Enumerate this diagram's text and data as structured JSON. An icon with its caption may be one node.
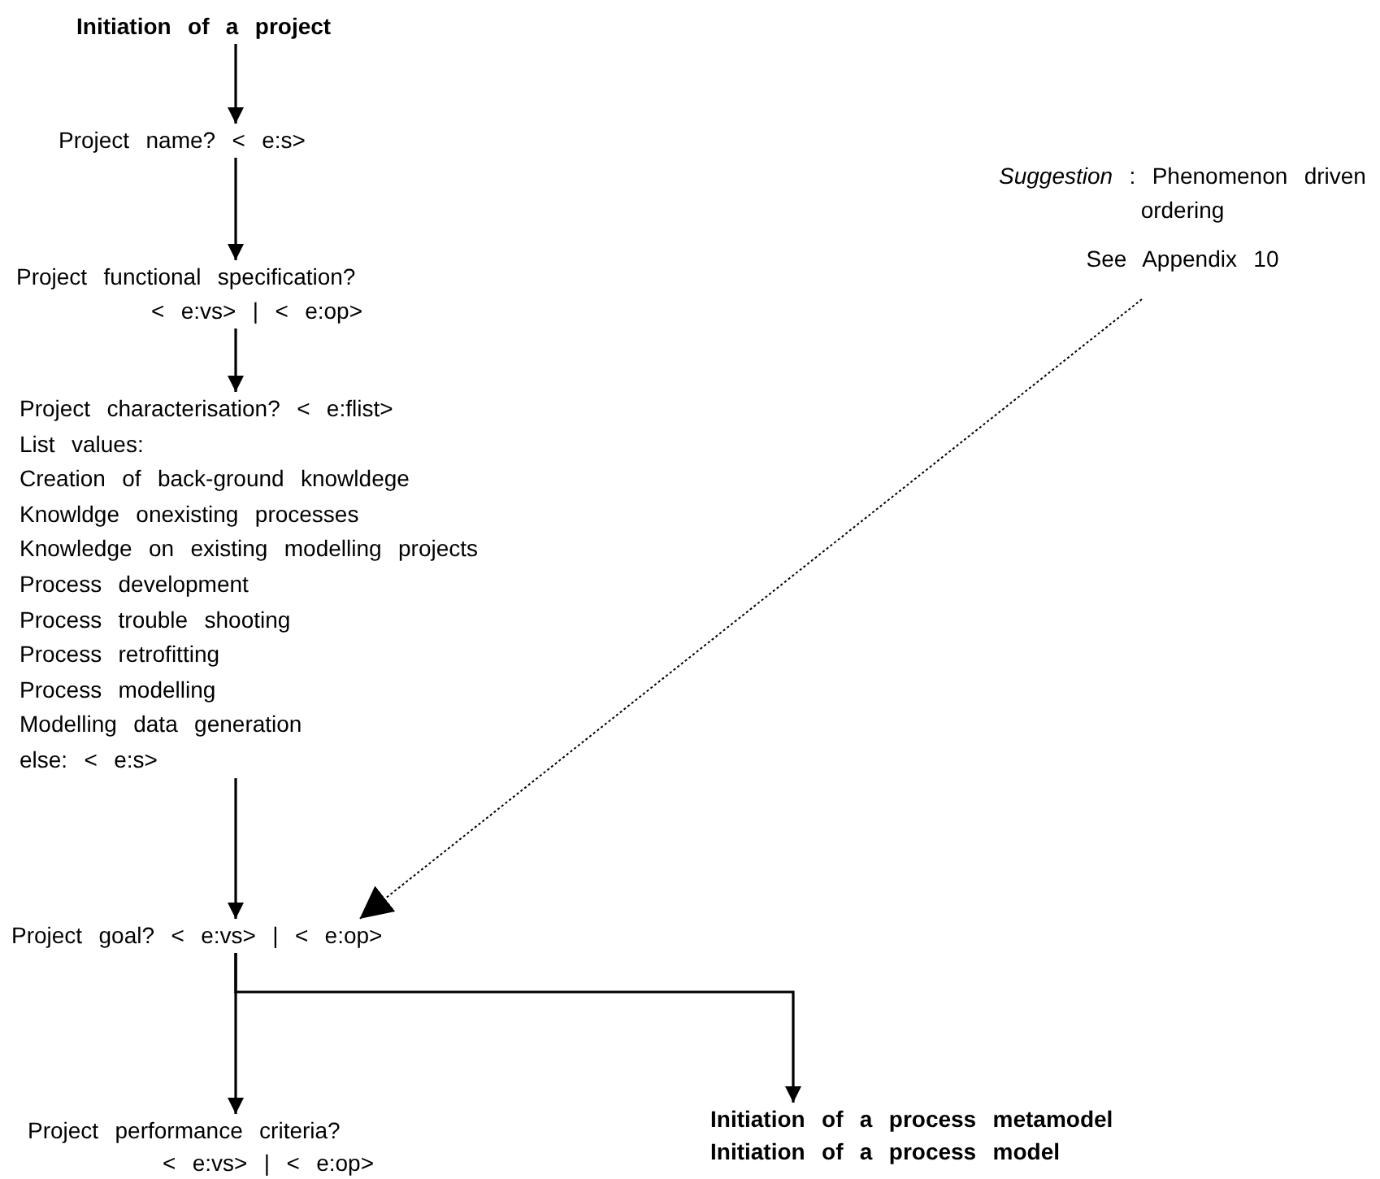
{
  "diagram": {
    "nodes": [
      {
        "text": [
          "Initiation of a project"
        ]
      },
      {
        "text": [
          "Project name? < e:s>"
        ]
      },
      {
        "text": [
          "Project functional specification?",
          "< e:vs> | < e:op>"
        ]
      },
      {
        "text": [
          "Project characterisation? < e:flist>",
          "List values:",
          "Creation of back-ground knowldege",
          "Knowldge onexisting processes",
          "Knowledge on existing modelling projects",
          "Process development",
          "Process trouble shooting",
          "Process retrofitting",
          "Process modelling",
          "Modelling data generation",
          "else: < e:s>"
        ]
      },
      {
        "text": [
          "Project goal? < e:vs> | < e:op>"
        ]
      },
      {
        "text": [
          "Project performance criteria?",
          "< e:vs> | < e:op>"
        ]
      },
      {
        "text": [
          "Initiation of a process metamodel",
          "Initiation of a process model"
        ]
      },
      {
        "text": [
          "*Suggestion* : Phenomenon driven ordering",
          "See Appendix 10"
        ]
      }
    ],
    "edges": [
      {
        "from": 0,
        "to": 1,
        "arrow": "to"
      },
      {
        "from": 1,
        "to": 2,
        "arrow": "to"
      },
      {
        "from": 2,
        "to": 3,
        "arrow": "to"
      },
      {
        "from": 3,
        "to": 4,
        "arrow": "to"
      },
      {
        "from": 4,
        "to": 5,
        "arrow": "to"
      },
      {
        "from": 4,
        "to": 6,
        "arrow": "to"
      },
      {
        "from": 7,
        "to": 4,
        "arrow": "to",
        "style": "dashed"
      }
    ]
  }
}
